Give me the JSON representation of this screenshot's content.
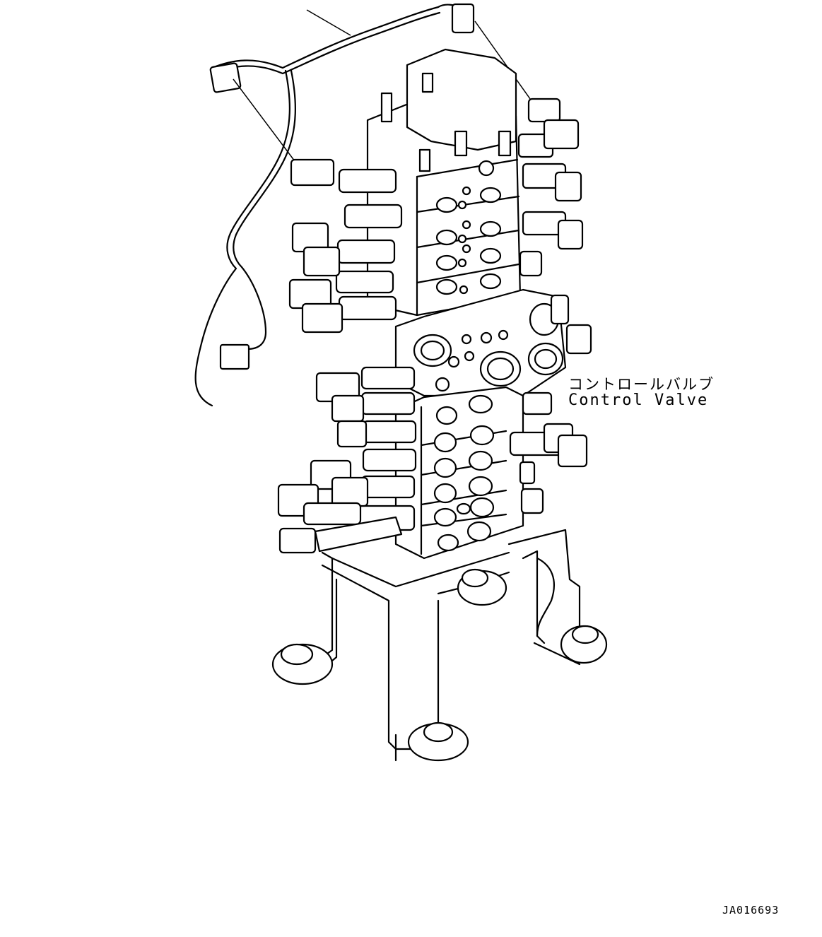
{
  "diagram": {
    "label_japanese": "コントロールバルブ",
    "label_english": "Control Valve",
    "figure_id": "JA016693",
    "line_color": "#000000",
    "background_color": "#ffffff",
    "components": [
      "wire-harness",
      "valve-body-upper",
      "valve-body-lower",
      "solenoid-valves",
      "ports",
      "mounting-bracket",
      "mount-bolts"
    ]
  }
}
